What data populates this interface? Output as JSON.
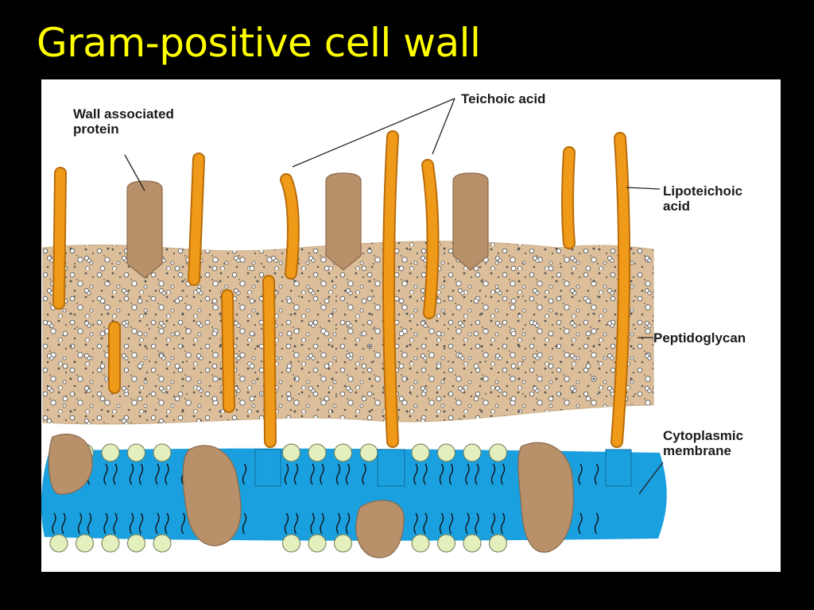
{
  "title": "Gram-positive cell wall",
  "labels": {
    "wall_associated_protein": "Wall associated\nprotein",
    "teichoic_acid": "Teichoic acid",
    "lipoteichoic_acid": "Lipoteichoic\nacid",
    "peptidoglycan": "Peptidoglycan",
    "cytoplasmic_membrane": "Cytoplasmic\nmembrane"
  },
  "colors": {
    "background": "#000000",
    "title": "#ffff00",
    "panel": "#ffffff",
    "peptidoglycan": "#dcbf9a",
    "protein": "#b8906a",
    "teichoic_acid": "#f09a1a",
    "membrane": "#1aa0df",
    "lipid_head": "#e3efbc"
  }
}
